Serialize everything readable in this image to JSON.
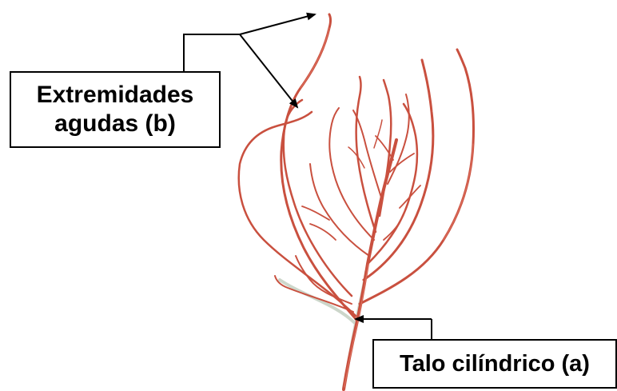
{
  "figure": {
    "labels": {
      "tips": {
        "line1": "Extremidades",
        "line2": "agudas (b)"
      },
      "thallus": {
        "text": "Talo cilíndrico (a)"
      }
    },
    "colors": {
      "alga_stroke": "#c9503f",
      "alga_highlight": "#e8826f",
      "alga_shadow": "#6f8c6a",
      "arrow": "#000000",
      "box_border": "#000000"
    }
  }
}
